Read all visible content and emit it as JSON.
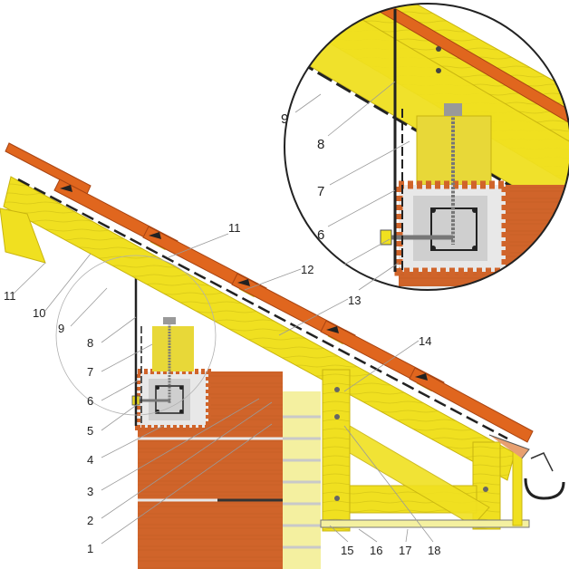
{
  "callouts_main": [
    {
      "id": "1",
      "text": "1"
    },
    {
      "id": "2",
      "text": "2"
    },
    {
      "id": "3",
      "text": "3"
    },
    {
      "id": "4",
      "text": "4"
    },
    {
      "id": "5",
      "text": "5"
    },
    {
      "id": "6",
      "text": "6"
    },
    {
      "id": "7",
      "text": "7"
    },
    {
      "id": "8",
      "text": "8"
    },
    {
      "id": "9",
      "text": "9"
    },
    {
      "id": "10",
      "text": "10"
    },
    {
      "id": "11a",
      "text": "11"
    },
    {
      "id": "11b",
      "text": "11"
    },
    {
      "id": "12",
      "text": "12"
    },
    {
      "id": "13",
      "text": "13"
    },
    {
      "id": "14",
      "text": "14"
    },
    {
      "id": "15",
      "text": "15"
    },
    {
      "id": "16",
      "text": "16"
    },
    {
      "id": "17",
      "text": "17"
    },
    {
      "id": "18",
      "text": "18"
    }
  ],
  "callouts_detail": [
    {
      "id": "9",
      "text": "9"
    },
    {
      "id": "8",
      "text": "8"
    },
    {
      "id": "7",
      "text": "7"
    },
    {
      "id": "6",
      "text": "6"
    }
  ],
  "colors": {
    "timber": "#f0e020",
    "timber_dark": "#c8b410",
    "brick": "#d0642a",
    "brick_line": "#b85020",
    "tile": "#e0661e",
    "tile_dark": "#a84412",
    "concrete": "#d8d8d8",
    "membrane": "#222222",
    "facing_brick": "#f4f0a0"
  }
}
